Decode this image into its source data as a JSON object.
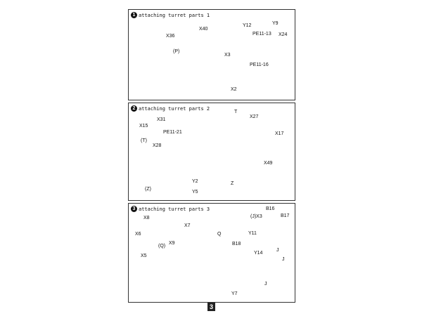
{
  "panels": [
    {
      "number": "1",
      "title": "attaching turret parts 1",
      "labels": [
        "X36",
        "X40",
        "(P)",
        "Y12",
        "PE11-13",
        "Y9",
        "X24",
        "X3",
        "PE11-16",
        "X2"
      ]
    },
    {
      "number": "2",
      "title": "attaching turret parts 2",
      "labels": [
        "X31",
        "X15",
        "PE11-21",
        "(T)",
        "X28",
        "T",
        "X27",
        "X17",
        "X49",
        "Z",
        "Y2",
        "(Z)",
        "Y5"
      ]
    },
    {
      "number": "3",
      "title": "attaching turret parts 3",
      "labels": [
        "X8",
        "X7",
        "X6",
        "X9",
        "(Q)",
        "X5",
        "Q",
        "B16",
        "(J)X3",
        "B17",
        "Y11",
        "B18",
        "Y14",
        "J",
        "J",
        "J",
        "Y7"
      ]
    }
  ],
  "page_number": "3"
}
